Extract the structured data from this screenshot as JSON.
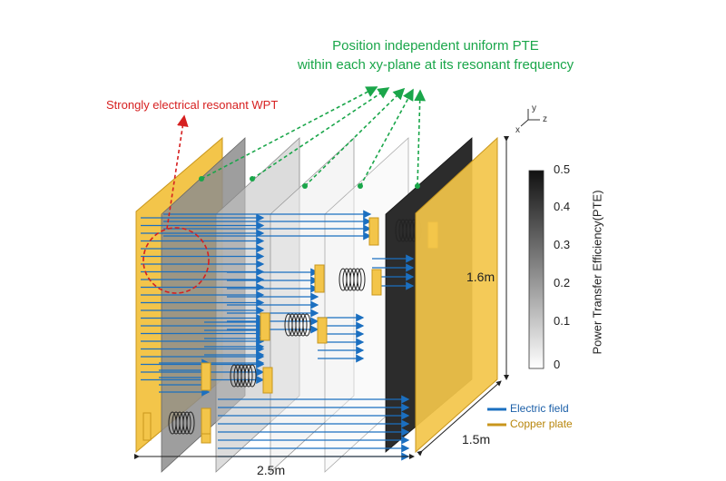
{
  "title": "Position independent uniform PTE",
  "subtitle": "within each xy-plane at its resonant frequency",
  "annotation": "Strongly electrical resonant WPT",
  "colorbar": {
    "title": "Power Transfer Efficiency(PTE)",
    "ticks": [
      "0.5",
      "0.4",
      "0.3",
      "0.2",
      "0.1",
      "0"
    ]
  },
  "dimensions": {
    "height": "1.6m",
    "length": "2.5m",
    "depth": "1.5m"
  },
  "legend": {
    "electric_field": "Electric field",
    "copper_plate": "Copper plate"
  },
  "axes": {
    "x": "x",
    "y": "y",
    "z": "z"
  },
  "colors": {
    "green": "#1aa64a",
    "red": "#d62020",
    "field_blue": "#1b6fc0",
    "copper": "#f3c54a",
    "copper_dark": "#c8961c"
  }
}
